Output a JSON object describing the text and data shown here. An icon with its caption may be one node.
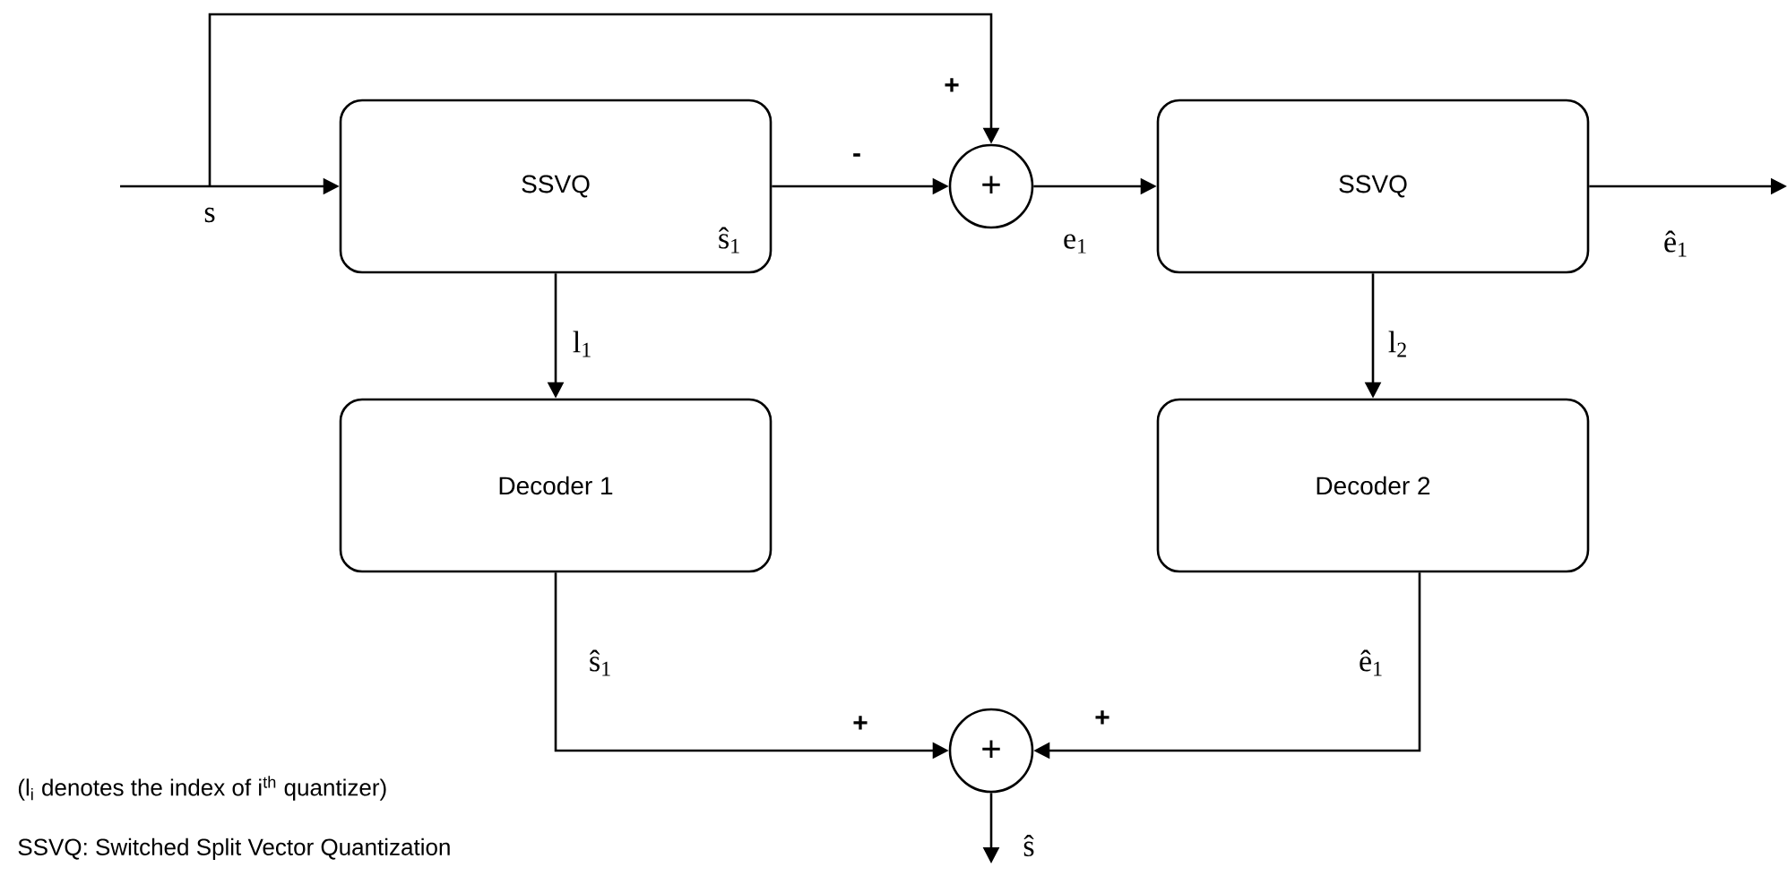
{
  "diagram": {
    "nodes": [
      {
        "text": [
          "SSVQ"
        ]
      },
      {
        "text": [
          "+"
        ]
      },
      {
        "text": [
          "SSVQ"
        ]
      },
      {
        "text": [
          "Decoder 1"
        ]
      },
      {
        "text": [
          "Decoder 2"
        ]
      },
      {
        "text": [
          "+"
        ]
      }
    ],
    "edges": [
      {
        "from": null,
        "to": 0,
        "arrow": "to",
        "label": "s"
      },
      {
        "from": null,
        "to": 1,
        "arrow": "to"
      },
      {
        "from": 0,
        "to": 1,
        "arrow": "to",
        "label": "ŝ$_{1}$"
      },
      {
        "from": 1,
        "to": 2,
        "arrow": "to",
        "label": "e$_{1}$"
      },
      {
        "from": 2,
        "to": null,
        "arrow": "to",
        "label": "ê$_{1}$"
      },
      {
        "from": 0,
        "to": 3,
        "arrow": "to",
        "label": "l$_{1}$"
      },
      {
        "from": 2,
        "to": 4,
        "arrow": "to",
        "label": "l$_{2}$"
      },
      {
        "from": 3,
        "to": 5,
        "arrow": "to",
        "label": "ŝ$_{1}$"
      },
      {
        "from": 4,
        "to": 5,
        "arrow": "to",
        "label": "ê$_{1}$"
      },
      {
        "from": 5,
        "to": null,
        "arrow": "to",
        "label": "ŝ"
      }
    ],
    "labels": [
      "+",
      "-",
      "+",
      "+",
      "(l$_{i}$ denotes the index of i$^{th}$ quantizer)",
      "SSVQ: Switched Split Vector Quantization"
    ]
  }
}
